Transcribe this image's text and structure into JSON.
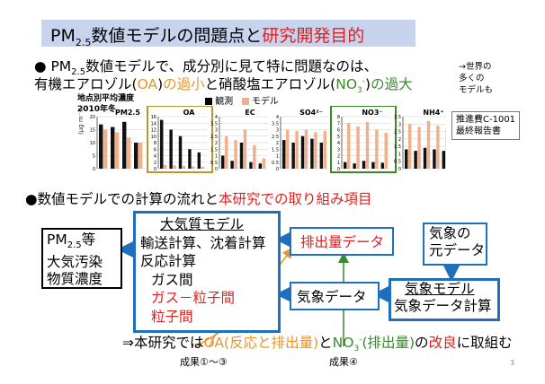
{
  "title": {
    "prefix": "PM",
    "sub": "2.5",
    "mid": "数値モデルの問題点と",
    "highlight": "研究開発目的"
  },
  "bullet1": {
    "l1_a": "● PM",
    "l1_sub": "2.5",
    "l1_b": "数値モデルで、成分別に見て特に問題なのは、",
    "l2_a": "有機エアロゾル(",
    "l2_oa": "OA",
    "l2_b": ")",
    "l2_c": "の過小",
    "l2_d": "と硝酸塩エアロゾル(",
    "l2_no": "NO",
    "l2_no_sub": "3",
    "l2_no_sup": "-",
    "l2_e": ")",
    "l2_f": "の過大"
  },
  "side_note": [
    "→世界の",
    "多くの",
    "モデルも"
  ],
  "chart_header": {
    "t1": "地点別平均濃度",
    "t2": "2010年冬",
    "unit": "(μg m⁻³)"
  },
  "legend": {
    "obs": "観測",
    "model": "モデル"
  },
  "report_note": [
    "推進費C-1001",
    "最終報告書"
  ],
  "chart_data": [
    {
      "type": "bar",
      "title": "PM2.5",
      "yticks": [
        0,
        5,
        10,
        15,
        20
      ],
      "ylim": [
        0,
        20
      ],
      "series": [
        {
          "name": "観測",
          "values": [
            17,
            16,
            18,
            10
          ]
        },
        {
          "name": "モデル",
          "values": [
            15,
            14,
            12,
            10
          ]
        }
      ]
    },
    {
      "type": "bar",
      "title": "OA",
      "yticks": [
        0,
        2,
        4,
        6,
        8,
        10,
        12,
        14,
        16
      ],
      "ylim": [
        0,
        16
      ],
      "series": [
        {
          "name": "観測",
          "values": [
            15,
            12,
            10,
            6,
            5
          ]
        },
        {
          "name": "モデル",
          "values": [
            1.2,
            1,
            0.9,
            0.7,
            0.6
          ]
        }
      ]
    },
    {
      "type": "bar",
      "title": "EC",
      "yticks": [
        0,
        0.5,
        1.0,
        1.5,
        2.0,
        2.5,
        3.0,
        3.5,
        4.0
      ],
      "ylim": [
        0,
        4
      ],
      "series": [
        {
          "name": "観測",
          "values": [
            1.0,
            0.6,
            2.0,
            0.5,
            0.4
          ]
        },
        {
          "name": "モデル",
          "values": [
            2.5,
            2.2,
            3.0,
            1.8,
            0.8
          ]
        }
      ]
    },
    {
      "type": "bar",
      "title": "SO4²⁻",
      "yticks": [
        0,
        0.5,
        1.0,
        1.5,
        2.0,
        2.5,
        3.0,
        3.5,
        4.0
      ],
      "ylim": [
        0,
        4
      ],
      "series": [
        {
          "name": "観測",
          "values": [
            2.2,
            2.0,
            2.5,
            2.3,
            2.0
          ]
        },
        {
          "name": "モデル",
          "values": [
            3.0,
            2.9,
            3.0,
            2.8,
            2.9
          ]
        }
      ]
    },
    {
      "type": "bar",
      "title": "NO3⁻",
      "yticks": [
        0,
        1,
        2,
        3,
        4,
        5,
        6,
        7,
        8
      ],
      "ylim": [
        0,
        8
      ],
      "series": [
        {
          "name": "観測",
          "values": [
            1.0,
            0.8,
            1.2,
            1.0,
            0.9
          ]
        },
        {
          "name": "モデル",
          "values": [
            7.0,
            6.5,
            7.2,
            6.0,
            5.5
          ]
        }
      ]
    },
    {
      "type": "bar",
      "title": "NH4⁺",
      "yticks": [
        0,
        0.5,
        1.0,
        1.5,
        2.0,
        2.5,
        3.0,
        3.5
      ],
      "ylim": [
        0,
        3.5
      ],
      "series": [
        {
          "name": "観測",
          "values": [
            1.3,
            1.2,
            1.4,
            1.3,
            1.2
          ]
        },
        {
          "name": "モデル",
          "values": [
            3.0,
            2.8,
            3.2,
            2.9,
            2.7
          ]
        }
      ]
    }
  ],
  "bullet2": {
    "a": "●数値モデルでの計算の流れと",
    "b": "本研究での取り組み項目"
  },
  "box_pm": {
    "l1a": "PM",
    "l1sub": "2.5",
    "l1b": "等",
    "l2": "大気汚染",
    "l3": "物質濃度"
  },
  "box_air": {
    "title": "大気質モデル",
    "l2": "輸送計算、沈着計算",
    "l3": "反応計算",
    "l4": "ガス間",
    "l5": "ガス－粒子間",
    "l6": "粒子間"
  },
  "box_emission": "排出量データ",
  "box_weather_data": "気象データ",
  "box_weather_src": {
    "l1": "気象の",
    "l2": "元データ"
  },
  "box_weather_model": {
    "l1": "気象モデル",
    "l2": "気象データ計算"
  },
  "conclusion": {
    "a": "⇒本研究では",
    "oa": "OA(反応と排出量)",
    "b": "と",
    "no": "NO",
    "no_sub": "3",
    "no_sup": "-",
    "c": "(排出量)",
    "d": "の",
    "e": "改良",
    "f": "に取組む"
  },
  "result1": "成果①～③",
  "result2": "成果④",
  "page_number": "3"
}
